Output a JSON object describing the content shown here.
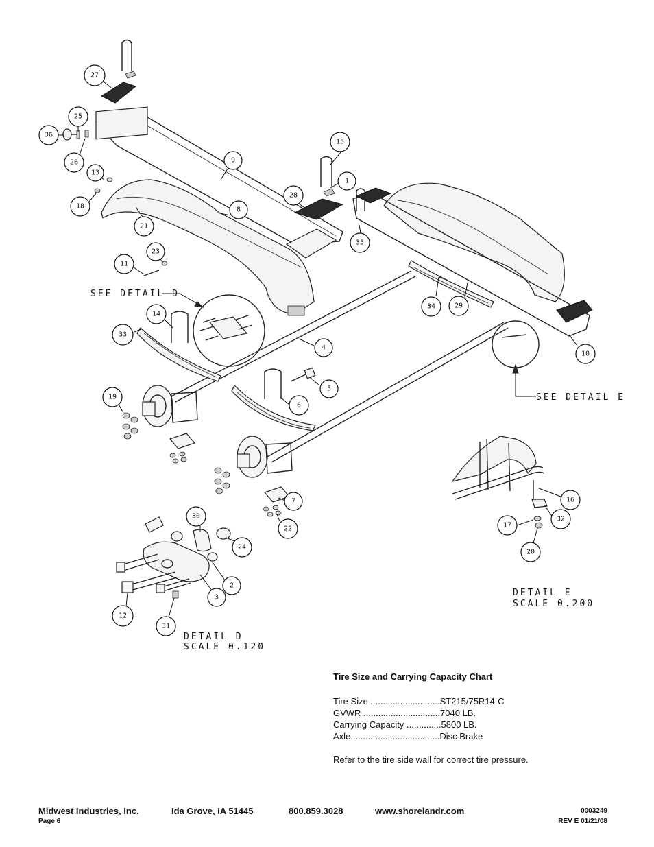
{
  "diagram": {
    "callouts": [
      {
        "id": "27",
        "label": "27"
      },
      {
        "id": "25",
        "label": "25"
      },
      {
        "id": "36",
        "label": "36"
      },
      {
        "id": "26",
        "label": "26"
      },
      {
        "id": "13",
        "label": "13"
      },
      {
        "id": "18",
        "label": "18"
      },
      {
        "id": "9",
        "label": "9"
      },
      {
        "id": "15",
        "label": "15"
      },
      {
        "id": "1",
        "label": "1"
      },
      {
        "id": "28",
        "label": "28"
      },
      {
        "id": "8",
        "label": "8"
      },
      {
        "id": "21",
        "label": "21"
      },
      {
        "id": "35",
        "label": "35"
      },
      {
        "id": "23",
        "label": "23"
      },
      {
        "id": "11",
        "label": "11"
      },
      {
        "id": "34",
        "label": "34"
      },
      {
        "id": "29",
        "label": "29"
      },
      {
        "id": "14",
        "label": "14"
      },
      {
        "id": "33",
        "label": "33"
      },
      {
        "id": "4",
        "label": "4"
      },
      {
        "id": "10",
        "label": "10"
      },
      {
        "id": "5",
        "label": "5"
      },
      {
        "id": "19",
        "label": "19"
      },
      {
        "id": "6",
        "label": "6"
      },
      {
        "id": "16",
        "label": "16"
      },
      {
        "id": "7",
        "label": "7"
      },
      {
        "id": "32",
        "label": "32"
      },
      {
        "id": "17",
        "label": "17"
      },
      {
        "id": "22",
        "label": "22"
      },
      {
        "id": "30",
        "label": "30"
      },
      {
        "id": "24",
        "label": "24"
      },
      {
        "id": "20",
        "label": "20"
      },
      {
        "id": "2",
        "label": "2"
      },
      {
        "id": "3",
        "label": "3"
      },
      {
        "id": "12",
        "label": "12"
      },
      {
        "id": "31",
        "label": "31"
      }
    ],
    "see_detail_d": "SEE DETAIL  D",
    "see_detail_e": "SEE DETAIL  E",
    "detail_d_line1": "DETAIL  D",
    "detail_d_line2": "SCALE  0.120",
    "detail_e_line1": "DETAIL  E",
    "detail_e_line2": "SCALE  0.200"
  },
  "chart": {
    "title": "Tire Size and Carrying Capacity Chart",
    "rows": [
      {
        "label": "Tire Size ............................",
        "value": "ST215/75R14-C"
      },
      {
        "label": "GVWR ...............................",
        "value": "7040 LB."
      },
      {
        "label": "Carrying Capacity ..............",
        "value": "5800 LB."
      },
      {
        "label": "Axle....................................",
        "value": "Disc Brake"
      }
    ],
    "note": "Refer to the tire side wall for correct tire pressure."
  },
  "footer": {
    "company": "Midwest Industries, Inc.",
    "city": "Ida Grove, IA  51445",
    "phone": "800.859.3028",
    "website": "www.shorelandr.com",
    "doc_number": "0003249",
    "page": "Page 6",
    "revision": "REV E  01/21/08"
  }
}
